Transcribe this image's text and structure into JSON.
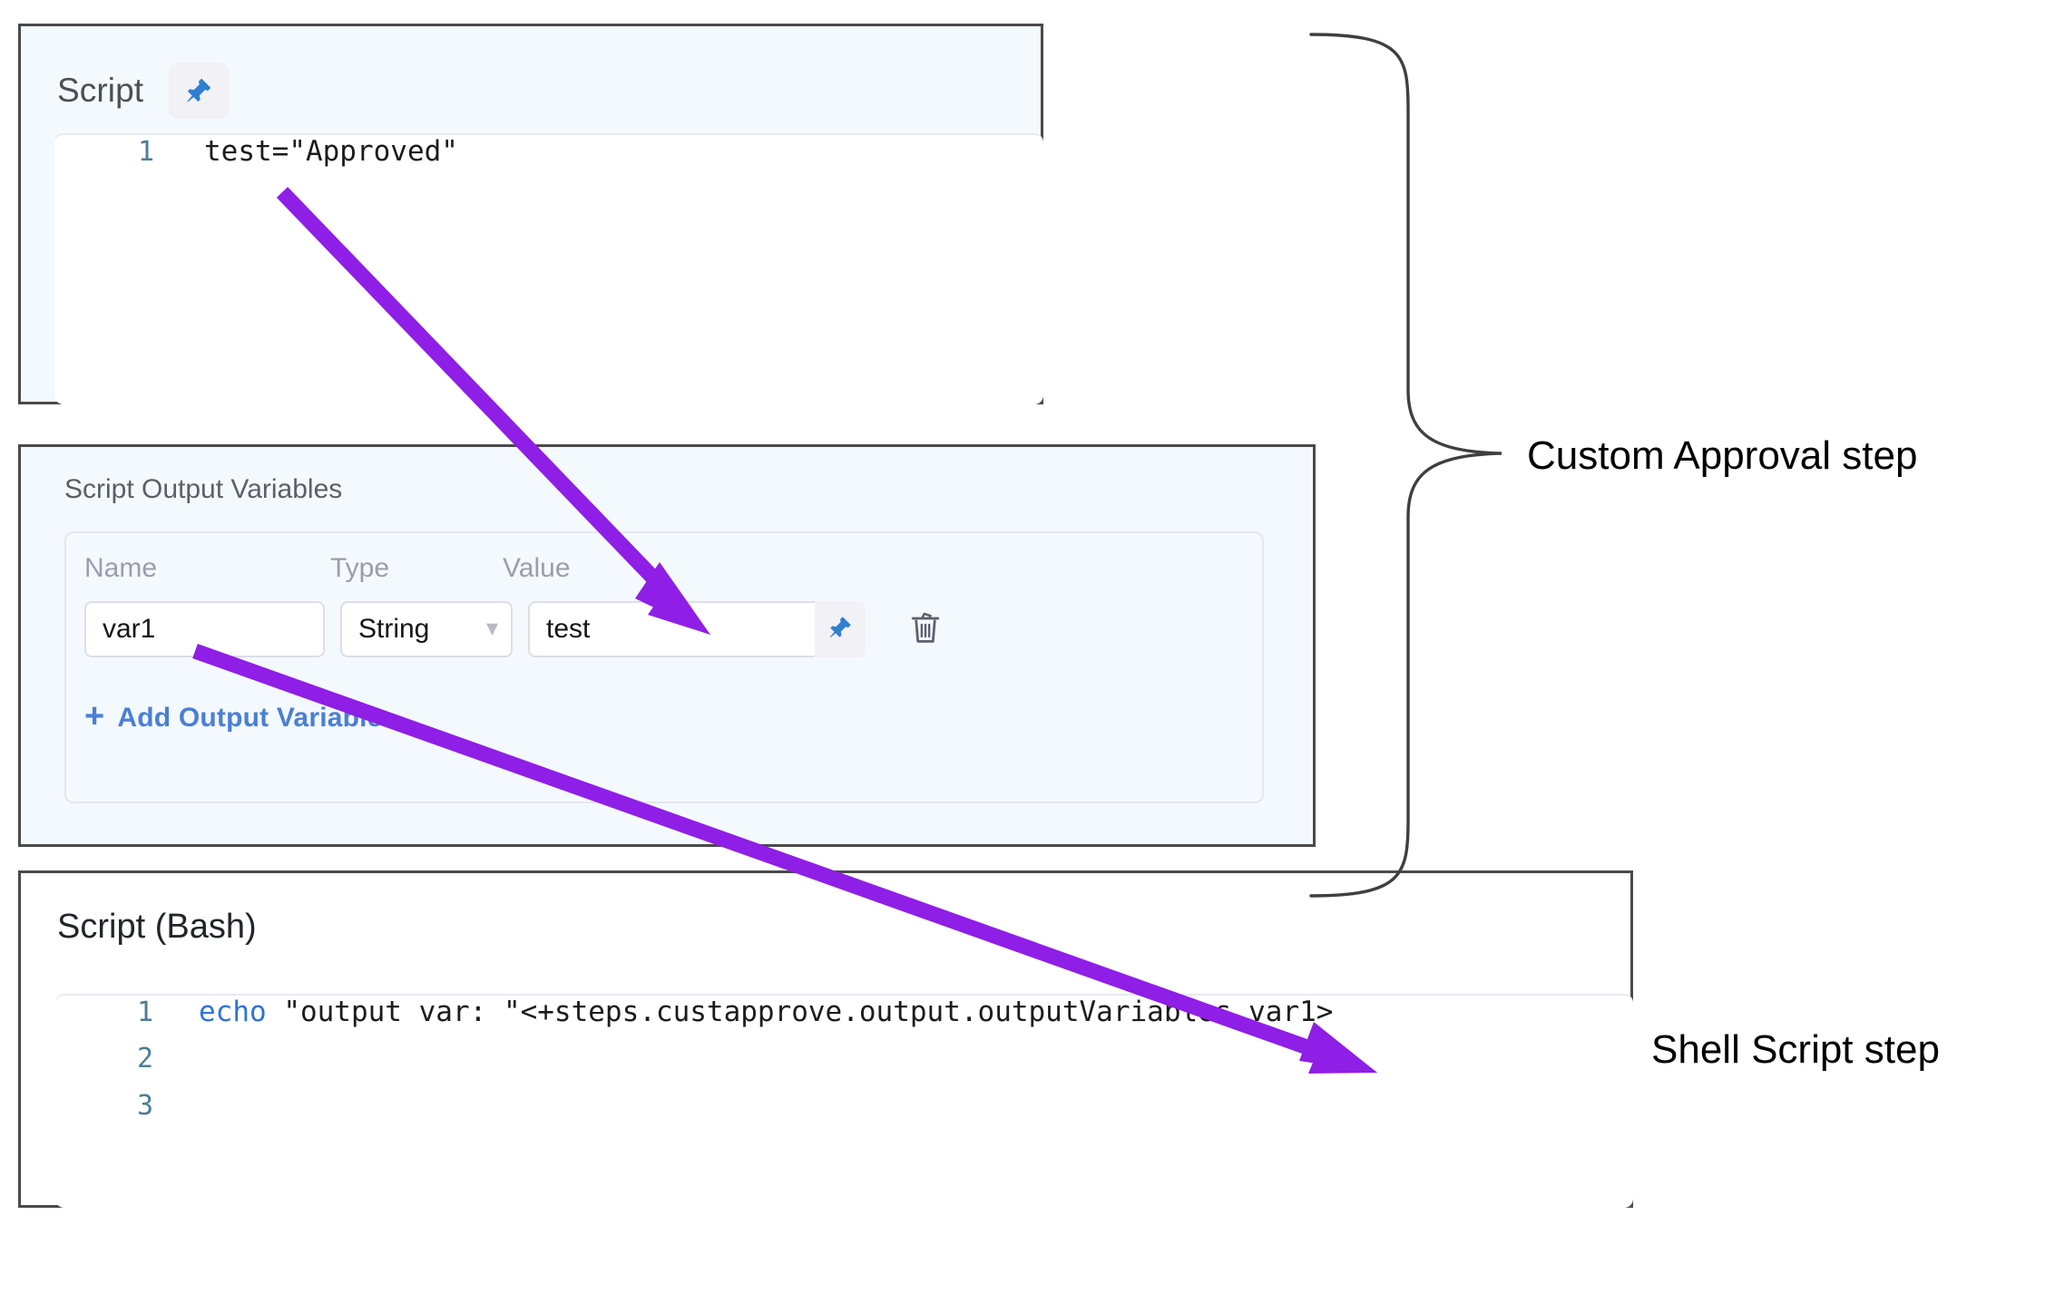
{
  "script_panel": {
    "title": "Script",
    "pin_icon": "pin-icon",
    "code": {
      "lines": [
        {
          "number": "1",
          "text": "test=\"Approved\""
        }
      ]
    }
  },
  "output_variables_panel": {
    "title": "Script Output Variables",
    "columns": [
      "Name",
      "Type",
      "Value"
    ],
    "rows": [
      {
        "name": "var1",
        "type": "String",
        "value": "test",
        "pin_icon": "pin-icon",
        "delete_icon": "trash-icon"
      }
    ],
    "add_label": "Add Output Variable",
    "add_plus": "+"
  },
  "bash_panel": {
    "title": "Script (Bash)",
    "code": {
      "lines": [
        {
          "number": "1",
          "keyword": "echo",
          "text": " \"output var: \"<+steps.custapprove.output.outputVariables.var1>"
        },
        {
          "number": "2",
          "keyword": "",
          "text": ""
        },
        {
          "number": "3",
          "keyword": "",
          "text": ""
        }
      ]
    }
  },
  "annotations": {
    "custom_approval_label": "Custom Approval step",
    "shell_script_label": "Shell Script step",
    "arrow_color": "#8f1ee6",
    "brace_color": "#3f3f3f",
    "arrows": [
      {
        "name": "script-to-value",
        "from": "test=\"Approved\"",
        "to": "Value field"
      },
      {
        "name": "var1-to-expression",
        "from": "var1",
        "to": "outputVariables.var1"
      }
    ]
  },
  "colors": {
    "panel_border": "#4a4a4a",
    "panel_bg": "#f4f9fd",
    "link_blue": "#4a7fd6",
    "pin_blue": "#2f7fd1",
    "line_number": "#4c7e96",
    "keyword_blue": "#2f73d8"
  }
}
